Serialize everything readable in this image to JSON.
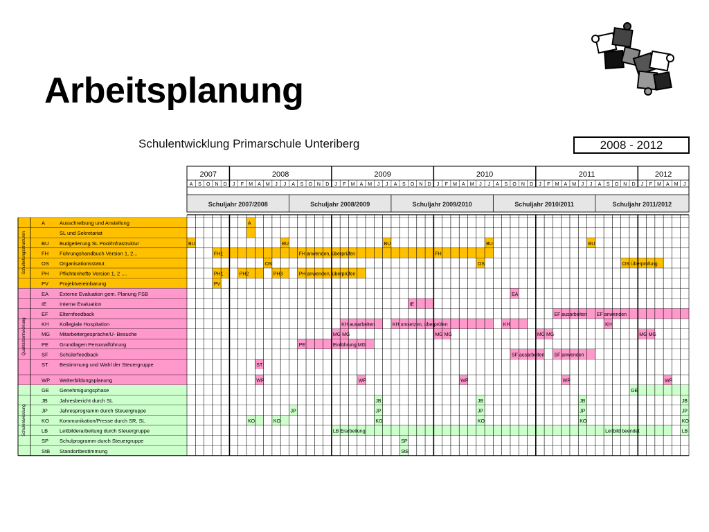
{
  "slide": {
    "title": "Arbeitsplanung"
  },
  "header": {
    "chart_title": "Schulentwicklung Primarschule Unteriberg",
    "year_range": "2008 - 2012"
  },
  "chart_data": {
    "type": "gantt",
    "start": "2007-08",
    "years": [
      {
        "label": "2007",
        "months": 5
      },
      {
        "label": "2008",
        "months": 12
      },
      {
        "label": "2009",
        "months": 12
      },
      {
        "label": "2010",
        "months": 12
      },
      {
        "label": "2011",
        "months": 12
      },
      {
        "label": "2012",
        "months": 6
      }
    ],
    "month_letters": [
      "A",
      "S",
      "O",
      "N",
      "D",
      "J",
      "F",
      "M",
      "A",
      "M",
      "J",
      "J",
      "A",
      "S",
      "O",
      "N",
      "D",
      "J",
      "F",
      "M",
      "A",
      "M",
      "J",
      "J",
      "A",
      "S",
      "O",
      "N",
      "D",
      "J",
      "F",
      "M",
      "A",
      "M",
      "J",
      "J",
      "A",
      "S",
      "O",
      "N",
      "D",
      "J",
      "F",
      "M",
      "A",
      "M",
      "J",
      "J",
      "A",
      "S",
      "O",
      "N",
      "D",
      "J",
      "F",
      "M",
      "A",
      "M",
      "J"
    ],
    "school_years": [
      "Schuljahr 2007/2008",
      "Schuljahr 2008/2009",
      "Schuljahr 2009/2010",
      "Schuljahr 2010/2011",
      "Schuljahr 2011/2012"
    ],
    "sections": [
      {
        "name": "Schulleitungsstrukturen",
        "color": "#ffc000",
        "bar": "#ffc000"
      },
      {
        "name": "Qualitätsentwicklung",
        "color": "#ff99cc",
        "bar": "#ff99cc"
      },
      {
        "name": "Schulentwicklung",
        "color": "#ccffcc",
        "bar": "#ccffcc"
      }
    ],
    "rows": [
      {
        "code": "A",
        "label": "Ausschreibung und Anstellung",
        "section": 0,
        "bars": [
          {
            "start": 7,
            "end": 7,
            "text": "A"
          }
        ]
      },
      {
        "code": "",
        "label": "SL und Sekretariat",
        "section": 0,
        "bars": [
          {
            "start": 7,
            "end": 7,
            "text": ""
          }
        ]
      },
      {
        "code": "BU",
        "label": "Budgetierung SL Pool/Infrastruktur",
        "section": 0,
        "bars": [
          {
            "start": 0,
            "end": 0,
            "text": "BU"
          },
          {
            "start": 11,
            "end": 11,
            "text": "BU"
          },
          {
            "start": 23,
            "end": 23,
            "text": "BU"
          },
          {
            "start": 35,
            "end": 35,
            "text": "BU"
          },
          {
            "start": 47,
            "end": 47,
            "text": "BU"
          }
        ]
      },
      {
        "code": "FH",
        "label": "Führungshandbuch Version 1, 2...",
        "section": 0,
        "bars": [
          {
            "start": 3,
            "end": 4,
            "text": "FH1"
          },
          {
            "start": 5,
            "end": 12,
            "text": ""
          },
          {
            "start": 13,
            "end": 28,
            "text": "FH anwenden, überprüfen"
          },
          {
            "start": 29,
            "end": 35,
            "text": "FH"
          }
        ]
      },
      {
        "code": "OS",
        "label": "Organisationsstatut",
        "section": 0,
        "bars": [
          {
            "start": 9,
            "end": 9,
            "text": "OS"
          },
          {
            "start": 34,
            "end": 34,
            "text": "OS"
          },
          {
            "start": 51,
            "end": 55,
            "text": "OS Überprüfung"
          }
        ]
      },
      {
        "code": "PH",
        "label": "Pflichtenhefte Version 1, 2 ....",
        "section": 0,
        "bars": [
          {
            "start": 3,
            "end": 4,
            "text": "PH1"
          },
          {
            "start": 6,
            "end": 8,
            "text": "PH2"
          },
          {
            "start": 10,
            "end": 11,
            "text": "PH3"
          },
          {
            "start": 13,
            "end": 20,
            "text": "PH anwenden, überprüfen"
          }
        ]
      },
      {
        "code": "PV",
        "label": "Projektvereinbarung",
        "section": 0,
        "bars": [
          {
            "start": 3,
            "end": 3,
            "text": "PV"
          }
        ]
      },
      {
        "code": "EA",
        "label": "Externe Evaluation gem. Planung FSB",
        "section": 1,
        "bars": [
          {
            "start": 38,
            "end": 38,
            "text": "EA"
          }
        ]
      },
      {
        "code": "IE",
        "label": "Interne Evaluation",
        "section": 1,
        "bars": [
          {
            "start": 26,
            "end": 28,
            "text": "IE"
          }
        ]
      },
      {
        "code": "EF",
        "label": "Elternfeedback",
        "section": 1,
        "bars": [
          {
            "start": 43,
            "end": 47,
            "text": "EF ausarbeiten"
          },
          {
            "start": 48,
            "end": 58,
            "text": "EF anwenden"
          }
        ]
      },
      {
        "code": "KH",
        "label": "Kollegiale Hospitation",
        "section": 1,
        "bars": [
          {
            "start": 18,
            "end": 22,
            "text": "KH ausarbeiten"
          },
          {
            "start": 24,
            "end": 35,
            "text": "KH umsetzen, überprüfen"
          },
          {
            "start": 37,
            "end": 39,
            "text": "KH"
          },
          {
            "start": 49,
            "end": 49,
            "text": "KH"
          }
        ]
      },
      {
        "code": "MG",
        "label": "Mitarbeitergespräche/U- Besuche",
        "section": 1,
        "bars": [
          {
            "start": 17,
            "end": 18,
            "text": "MG MG"
          },
          {
            "start": 29,
            "end": 30,
            "text": "MG MG"
          },
          {
            "start": 41,
            "end": 42,
            "text": "MG MG"
          },
          {
            "start": 53,
            "end": 54,
            "text": "MG MG"
          }
        ]
      },
      {
        "code": "PE",
        "label": "Grundlagen Personalführung",
        "section": 1,
        "bars": [
          {
            "start": 13,
            "end": 16,
            "text": "PE"
          },
          {
            "start": 17,
            "end": 21,
            "text": "Einführung MG"
          }
        ]
      },
      {
        "code": "SF",
        "label": "Schülerfeedback",
        "section": 1,
        "bars": [
          {
            "start": 38,
            "end": 41,
            "text": "SF ausarbeiten"
          },
          {
            "start": 43,
            "end": 47,
            "text": "SF anwenden"
          }
        ]
      },
      {
        "code": "ST",
        "label": "Bestimmung und Wahl der Steuergruppe",
        "section": 1,
        "bars": [
          {
            "start": 8,
            "end": 8,
            "text": "ST"
          }
        ]
      },
      {
        "code": "WP",
        "label": "Weiterbildungsplanung",
        "section": 1,
        "bars": [
          {
            "start": 8,
            "end": 8,
            "text": "WP"
          },
          {
            "start": 20,
            "end": 20,
            "text": "WP"
          },
          {
            "start": 32,
            "end": 32,
            "text": "WP"
          },
          {
            "start": 44,
            "end": 44,
            "text": "WP"
          },
          {
            "start": 56,
            "end": 56,
            "text": "WP"
          }
        ]
      },
      {
        "code": "GE",
        "label": "Genehmigungsphase",
        "section": 2,
        "bars": [
          {
            "start": 52,
            "end": 58,
            "text": "GE"
          }
        ]
      },
      {
        "code": "JB",
        "label": "Jahresbericht durch SL",
        "section": 2,
        "bars": [
          {
            "start": 22,
            "end": 22,
            "text": "JB"
          },
          {
            "start": 34,
            "end": 34,
            "text": "JB"
          },
          {
            "start": 46,
            "end": 46,
            "text": "JB"
          },
          {
            "start": 58,
            "end": 58,
            "text": "JB"
          }
        ]
      },
      {
        "code": "JP",
        "label": "Jahresprogramm durch Steuergruppe",
        "section": 2,
        "bars": [
          {
            "start": 12,
            "end": 12,
            "text": "JP"
          },
          {
            "start": 22,
            "end": 22,
            "text": "JP"
          },
          {
            "start": 34,
            "end": 34,
            "text": "JP"
          },
          {
            "start": 46,
            "end": 46,
            "text": "JP"
          },
          {
            "start": 58,
            "end": 58,
            "text": "JP"
          }
        ]
      },
      {
        "code": "KO",
        "label": "Kommunikation/Presse durch SR, SL",
        "section": 2,
        "bars": [
          {
            "start": 7,
            "end": 8,
            "text": "KO"
          },
          {
            "start": 10,
            "end": 11,
            "text": "KO"
          },
          {
            "start": 22,
            "end": 22,
            "text": "KO"
          },
          {
            "start": 34,
            "end": 34,
            "text": "KO"
          },
          {
            "start": 46,
            "end": 46,
            "text": "KO"
          },
          {
            "start": 58,
            "end": 58,
            "text": "KO"
          }
        ]
      },
      {
        "code": "LB",
        "label": "Leitbilderarbeitung durch Steuergruppe",
        "section": 2,
        "bars": [
          {
            "start": 17,
            "end": 48,
            "text": "LB Erarbeitung"
          },
          {
            "start": 49,
            "end": 56,
            "text": "Leitbild beendet"
          },
          {
            "start": 58,
            "end": 58,
            "text": "LB"
          }
        ]
      },
      {
        "code": "SP",
        "label": "Schulprogramm durch Steuergruppe",
        "section": 2,
        "bars": [
          {
            "start": 25,
            "end": 25,
            "text": "SP"
          }
        ]
      },
      {
        "code": "StB",
        "label": "Standortbestimmung",
        "section": 2,
        "bars": [
          {
            "start": 25,
            "end": 25,
            "text": "StB"
          }
        ]
      }
    ]
  }
}
